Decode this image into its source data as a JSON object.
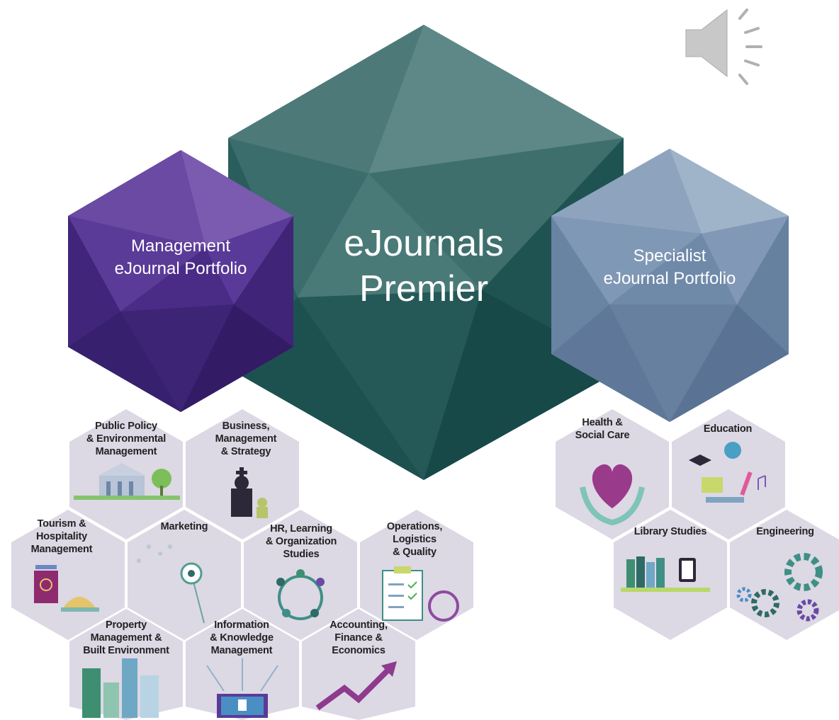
{
  "main": {
    "title": "eJournals\nPremier"
  },
  "portfolios": {
    "management": {
      "title": "Management\neJournal Portfolio"
    },
    "specialist": {
      "title": "Specialist\neJournal Portfolio"
    }
  },
  "management_subjects": {
    "public_policy": "Public Policy\n& Environmental\nManagement",
    "business": "Business,\nManagement\n& Strategy",
    "tourism": "Tourism &\nHospitality\nManagement",
    "marketing": "Marketing",
    "hr": "HR, Learning\n& Organization\nStudies",
    "operations": "Operations,\nLogistics\n& Quality",
    "property": "Property\nManagement &\nBuilt Environment",
    "information": "Information\n& Knowledge\nManagement",
    "accounting": "Accounting,\nFinance &\nEconomics"
  },
  "specialist_subjects": {
    "health": "Health &\nSocial Care",
    "education": "Education",
    "library": "Library Studies",
    "engineering": "Engineering"
  },
  "icons": {
    "audio": "speaker-icon"
  },
  "colors": {
    "premier": "#2f6462",
    "management": "#4f2f8c",
    "specialist": "#7c95b4",
    "tile": "#dcd8e4"
  }
}
